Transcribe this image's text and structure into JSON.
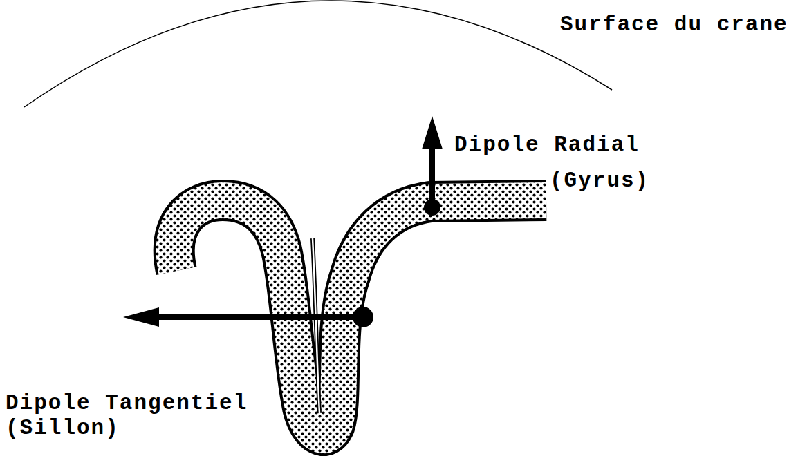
{
  "diagram": {
    "labels": [
      "Surface du crane",
      "Dipole Radial",
      "(Gyrus)",
      "Dipole Tangentiel",
      "(Sillon)"
    ]
  }
}
